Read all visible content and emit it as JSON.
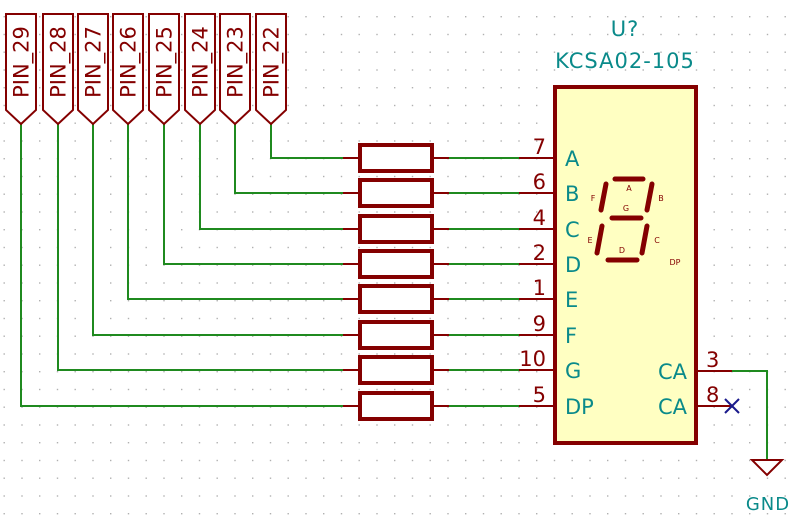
{
  "schematic": {
    "component": {
      "reference": "U?",
      "value": "KCSA02-105",
      "body_color": "#ffffc2",
      "outline_color": "#840000",
      "left_pins": [
        {
          "number": "7",
          "name": "A"
        },
        {
          "number": "6",
          "name": "B"
        },
        {
          "number": "4",
          "name": "C"
        },
        {
          "number": "2",
          "name": "D"
        },
        {
          "number": "1",
          "name": "E"
        },
        {
          "number": "9",
          "name": "F"
        },
        {
          "number": "10",
          "name": "G"
        },
        {
          "number": "5",
          "name": "DP"
        }
      ],
      "right_pins": [
        {
          "number": "3",
          "name": "CA",
          "connection": "GND"
        },
        {
          "number": "8",
          "name": "CA",
          "connection": "no-connect"
        }
      ],
      "segment_labels": [
        "A",
        "B",
        "C",
        "D",
        "E",
        "F",
        "G",
        "DP"
      ]
    },
    "net_labels": [
      "PIN_29",
      "PIN_28",
      "PIN_27",
      "PIN_26",
      "PIN_25",
      "PIN_24",
      "PIN_23",
      "PIN_22"
    ],
    "connections": [
      {
        "label": "PIN_22",
        "segment": "A"
      },
      {
        "label": "PIN_23",
        "segment": "B"
      },
      {
        "label": "PIN_24",
        "segment": "C"
      },
      {
        "label": "PIN_25",
        "segment": "D"
      },
      {
        "label": "PIN_26",
        "segment": "E"
      },
      {
        "label": "PIN_27",
        "segment": "F"
      },
      {
        "label": "PIN_28",
        "segment": "G"
      },
      {
        "label": "PIN_29",
        "segment": "DP"
      }
    ],
    "resistor_count": 8,
    "power_symbol": "GND",
    "colors": {
      "wire": "#1f8a1f",
      "symbol": "#840000",
      "text": "#0a8a8a",
      "no_connect": "#1a1a8c",
      "grid_dot": "#b0b0b0"
    }
  }
}
